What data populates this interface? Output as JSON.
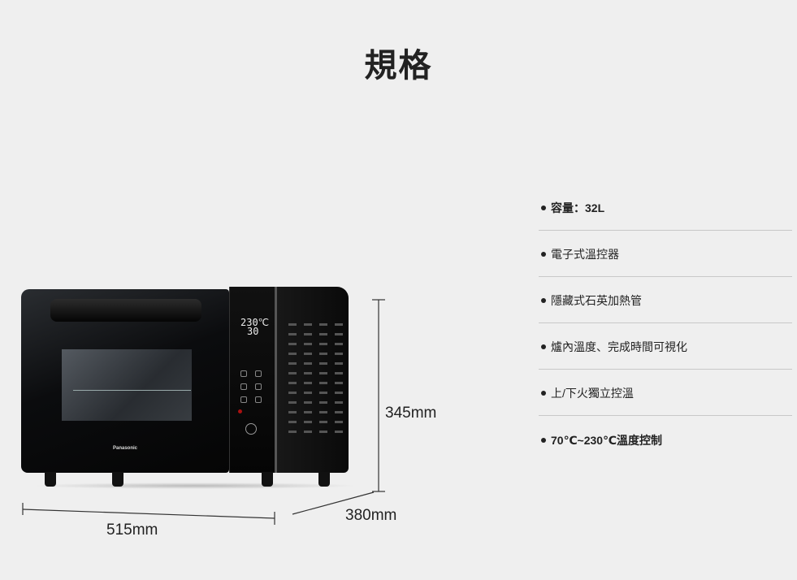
{
  "title": "規格",
  "product": {
    "brand": "Panasonic",
    "display_temp": "230℃",
    "display_time": "30",
    "dimensions": {
      "height": "345mm",
      "width": "515mm",
      "depth": "380mm"
    }
  },
  "specs": [
    {
      "text": "容量：32L"
    },
    {
      "text": "電子式溫控器"
    },
    {
      "text": "隱藏式石英加熱管"
    },
    {
      "text": "爐內溫度、完成時間可視化"
    },
    {
      "text": "上/下火獨立控溫"
    },
    {
      "text": "70℃~230℃溫度控制"
    }
  ]
}
